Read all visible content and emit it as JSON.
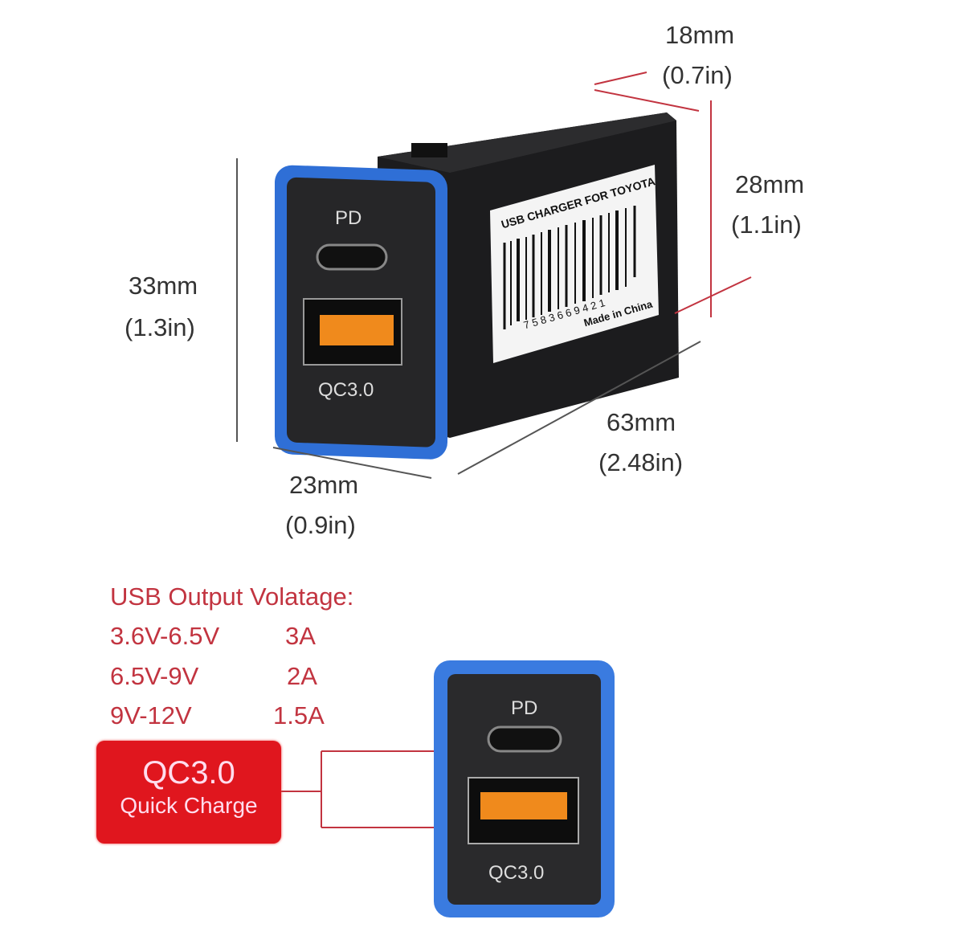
{
  "dimensions": {
    "height": {
      "mm": "33mm",
      "in": "(1.3in)"
    },
    "width": {
      "mm": "23mm",
      "in": "(0.9in)"
    },
    "length": {
      "mm": "63mm",
      "in": "(2.48in)"
    },
    "body_height": {
      "mm": "28mm",
      "in": "(1.1in)"
    },
    "body_width": {
      "mm": "18mm",
      "in": "(0.7in)"
    }
  },
  "product_label": {
    "title": "USB CHARGER FOR TOYOTA",
    "barcode_number": "7 5 8 3 6 6 9 4 2 1",
    "origin": "Made in China"
  },
  "ports": {
    "top": "PD",
    "bottom": "QC3.0"
  },
  "output": {
    "heading": "USB Output Volatage:",
    "rows": [
      {
        "voltage": "3.6V-6.5V",
        "current": "3A"
      },
      {
        "voltage": "6.5V-9V",
        "current": "2A"
      },
      {
        "voltage": "9V-12V",
        "current": "1.5A"
      }
    ]
  },
  "badge": {
    "title": "QC3.0",
    "subtitle": "Quick Charge"
  },
  "colors": {
    "frame_blue": "#2f6fd6",
    "badge_red": "#e0161e",
    "port_orange": "#f08a1c",
    "text_red": "#c23440"
  }
}
